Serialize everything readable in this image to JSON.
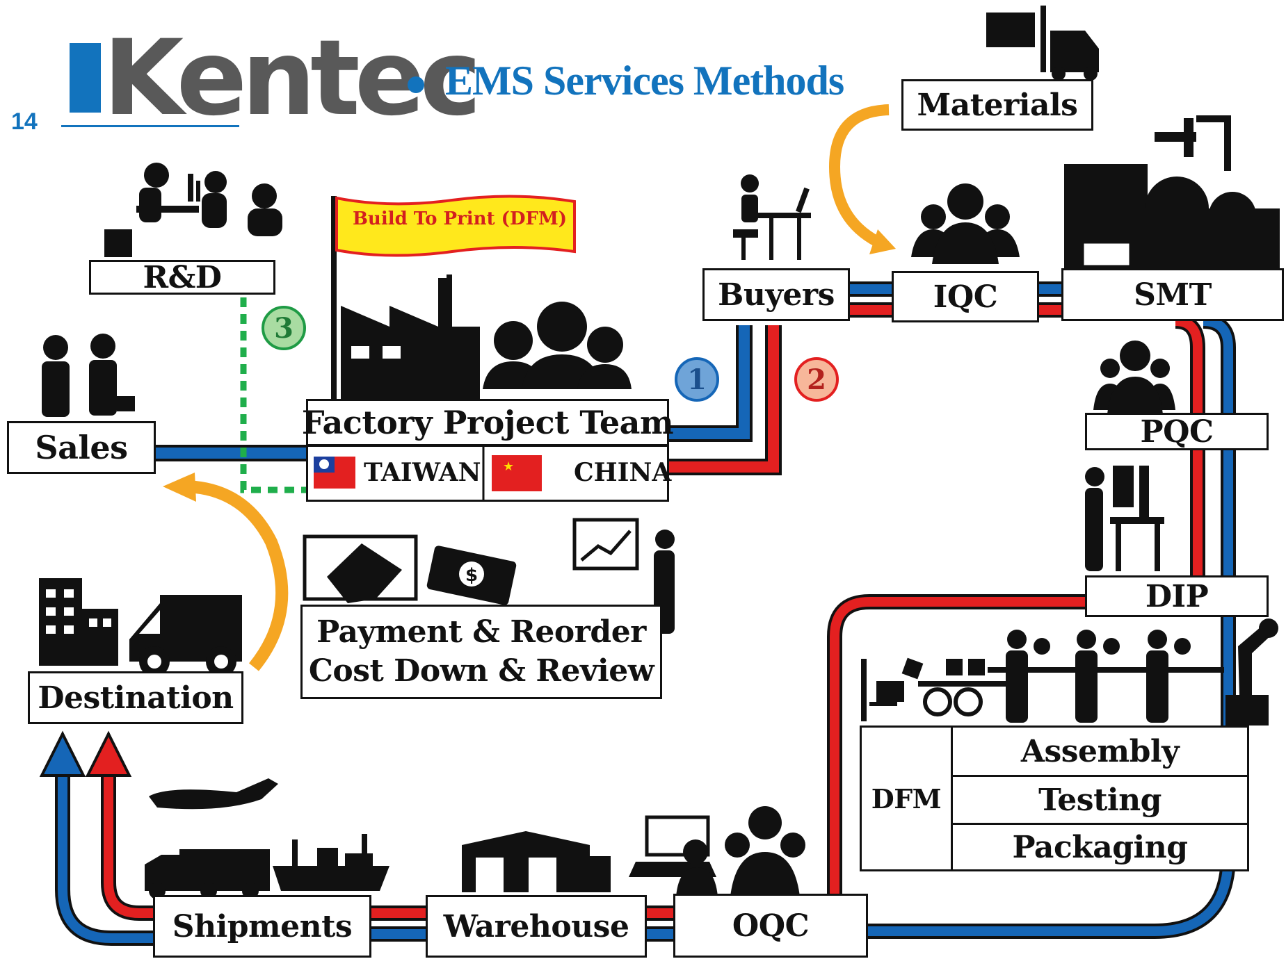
{
  "header": {
    "page_number": "14",
    "logo_text": "Kentec",
    "title": "EMS Services Methods"
  },
  "flag_banner": "Build To Print (DFM)",
  "nodes": {
    "rd": "R&D",
    "sales": "Sales",
    "factory_team": "Factory Project Team",
    "taiwan": "TAIWAN",
    "china": "CHINA",
    "buyers": "Buyers",
    "iqc": "IQC",
    "smt": "SMT",
    "materials": "Materials",
    "pqc": "PQC",
    "dip": "DIP",
    "dfm": "DFM",
    "assembly": "Assembly",
    "testing": "Testing",
    "packaging": "Packaging",
    "oqc": "OQC",
    "warehouse": "Warehouse",
    "shipments": "Shipments",
    "destination": "Destination",
    "payment_line1": "Payment & Reorder",
    "payment_line2": "Cost Down & Review"
  },
  "markers": [
    "1",
    "2",
    "3"
  ],
  "colors": {
    "brand_blue": "#1273bd",
    "logo_gray": "#595959",
    "path_blue": "#1566b7",
    "path_red": "#e32020",
    "dotted_green": "#1fae4b",
    "arrow_orange": "#f5a623"
  },
  "icons": [
    "factory-icon",
    "team-icon",
    "lab-icon",
    "handshake-icon",
    "money-icon",
    "presentation-icon",
    "forklift-icon",
    "buyer-icon",
    "workers-icon",
    "smt-machine-icon",
    "drill-press-icon",
    "assembly-line-icon",
    "robot-arm-icon",
    "city-icon",
    "truck-icon",
    "plane-icon",
    "ship-icon",
    "warehouse-icon",
    "inspector-icon"
  ]
}
